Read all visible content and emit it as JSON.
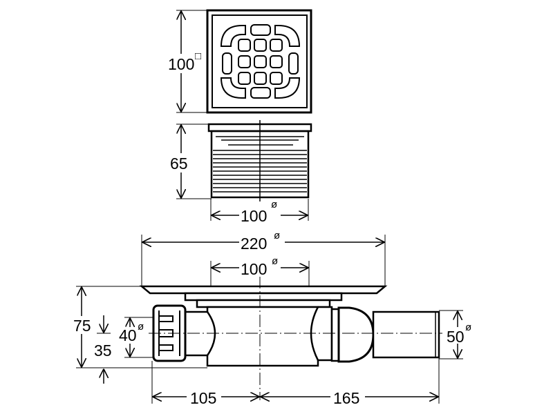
{
  "drawing": {
    "top_view": {
      "dimension": "100",
      "symbol": "□"
    },
    "side_view": {
      "height": "65",
      "diameter": "100",
      "symbol": "ø"
    },
    "assembly": {
      "flange_diameter": "220",
      "grate_diameter": "100",
      "total_height": "75",
      "outlet_axis_height": "35",
      "inlet_diameter": "40",
      "outlet_diameter": "50",
      "left_length": "105",
      "right_length": "165",
      "diameter_symbol": "ø"
    },
    "colors": {
      "line": "#000000",
      "background": "#ffffff"
    }
  }
}
